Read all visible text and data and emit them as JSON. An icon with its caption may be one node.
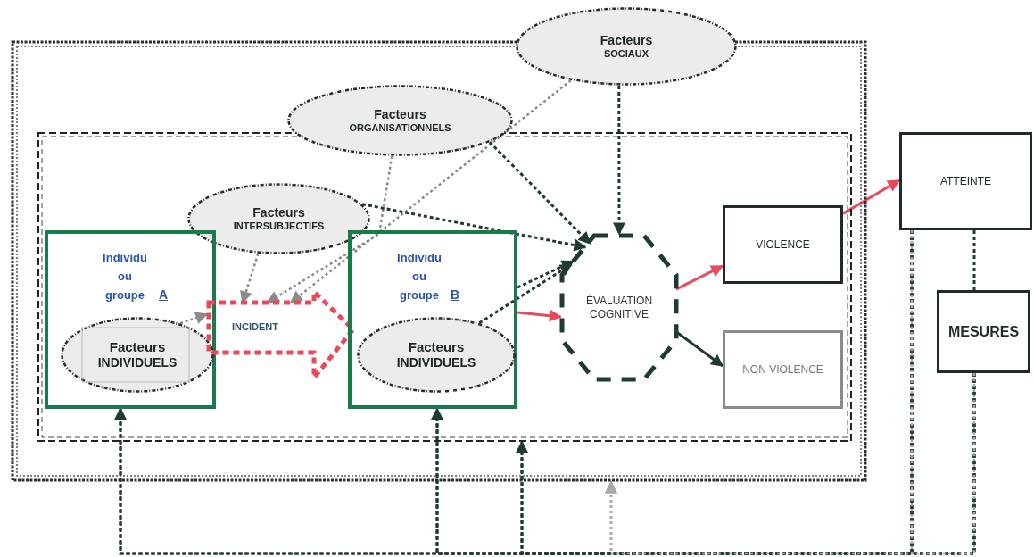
{
  "diagram": {
    "nodes": [
      {
        "text": [],
        "shape": "box"
      },
      {
        "text": [],
        "shape": "box",
        "in": 0
      },
      {
        "text": [
          "Facteurs",
          "SOCIAUX"
        ]
      },
      {
        "text": [
          "Facteurs",
          "ORGANISATIONNELS"
        ],
        "in": 0
      },
      {
        "text": [
          "Facteurs",
          "INTERSUBJECTIFS"
        ],
        "in": 1
      },
      {
        "text": [
          "Individu ou groupe",
          "A"
        ],
        "in": 1
      },
      {
        "text": [
          "Facteurs",
          "INDIVIDUELS"
        ],
        "in": 5
      },
      {
        "text": [
          "INCIDENT"
        ],
        "in": 1
      },
      {
        "text": [
          "Individu ou groupe",
          "B"
        ],
        "in": 1
      },
      {
        "text": [
          "Facteurs",
          "INDIVIDUELS"
        ],
        "in": 8
      },
      {
        "text": [
          "ÉVALUATION COGNITIVE"
        ],
        "in": 1
      },
      {
        "text": [
          "VIOLENCE"
        ],
        "in": 1
      },
      {
        "text": [
          "NON VIOLENCE"
        ],
        "in": 1
      },
      {
        "text": [
          "ATTEINTE"
        ]
      },
      {
        "text": [
          "MESURES"
        ]
      }
    ],
    "edges": [
      {
        "from": 4,
        "to": 7,
        "arrow": "to",
        "style": "dashed",
        "color": "#8a8a8a"
      },
      {
        "from": 3,
        "to": 7,
        "arrow": "to",
        "style": "dashed",
        "color": "#8a8a8a"
      },
      {
        "from": 2,
        "to": 7,
        "arrow": "to",
        "style": "dashed",
        "color": "#8a8a8a"
      },
      {
        "from": 6,
        "to": 7,
        "arrow": "to",
        "style": "dashed",
        "color": "#8a8a8a"
      },
      {
        "from": 4,
        "to": 10,
        "arrow": "to",
        "style": "dashed"
      },
      {
        "from": 3,
        "to": 10,
        "arrow": "to",
        "style": "dashed"
      },
      {
        "from": 2,
        "to": 10,
        "arrow": "to",
        "style": "dashed"
      },
      {
        "from": 8,
        "to": 10,
        "arrow": "to",
        "style": "dashed"
      },
      {
        "from": 9,
        "to": 10,
        "arrow": "to",
        "style": "dashed"
      },
      {
        "from": 8,
        "to": 10,
        "arrow": "to",
        "color": "#e84a5a"
      },
      {
        "from": 10,
        "to": 11,
        "arrow": "to",
        "color": "#e84a5a"
      },
      {
        "from": 11,
        "to": 13,
        "arrow": "to",
        "color": "#e84a5a"
      },
      {
        "from": 10,
        "to": 12,
        "arrow": "to"
      },
      {
        "from": 13,
        "to": 14,
        "arrow": "none",
        "style": "dashed"
      },
      {
        "from": 13,
        "to": 5,
        "arrow": "to",
        "style": "dashed"
      },
      {
        "from": 13,
        "to": 8,
        "arrow": "to",
        "style": "dashed"
      },
      {
        "from": 13,
        "to": 1,
        "arrow": "to",
        "style": "dashed"
      },
      {
        "from": 13,
        "to": 0,
        "arrow": "to",
        "style": "dashed",
        "color": "#a8a8a8"
      },
      {
        "from": 14,
        "to": 5,
        "arrow": "to",
        "style": "dashed"
      },
      {
        "from": 14,
        "to": 8,
        "arrow": "to",
        "style": "dashed"
      },
      {
        "from": 14,
        "to": 1,
        "arrow": "to",
        "style": "dashed"
      },
      {
        "from": 14,
        "to": 0,
        "arrow": "to",
        "style": "dashed",
        "color": "#a8a8a8"
      }
    ]
  }
}
